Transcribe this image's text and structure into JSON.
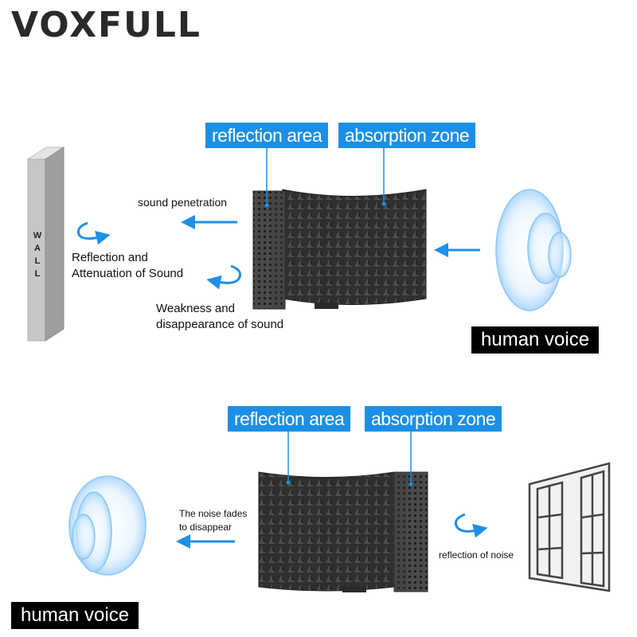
{
  "brand": "VOXFULL",
  "top": {
    "tag_reflection": "reflection area",
    "tag_absorption": "absorption zone",
    "wall_letters": [
      "W",
      "A",
      "L",
      "L"
    ],
    "label_penetration": "sound penetration",
    "label_reflection": [
      "Reflection and",
      "Attenuation of Sound"
    ],
    "label_weakness": [
      "Weakness and",
      "disappearance of sound"
    ],
    "voice_label": "human voice"
  },
  "bottom": {
    "tag_reflection": "reflection area",
    "tag_absorption": "absorption zone",
    "label_fades": [
      "The noise fades",
      "to disappear"
    ],
    "label_noise": "reflection of noise",
    "voice_label": "human voice"
  },
  "colors": {
    "accent": "#1b8fe6",
    "arrow": "#1e90e8",
    "foam": "#3a3a3a",
    "wall": "#c8c8c8"
  }
}
